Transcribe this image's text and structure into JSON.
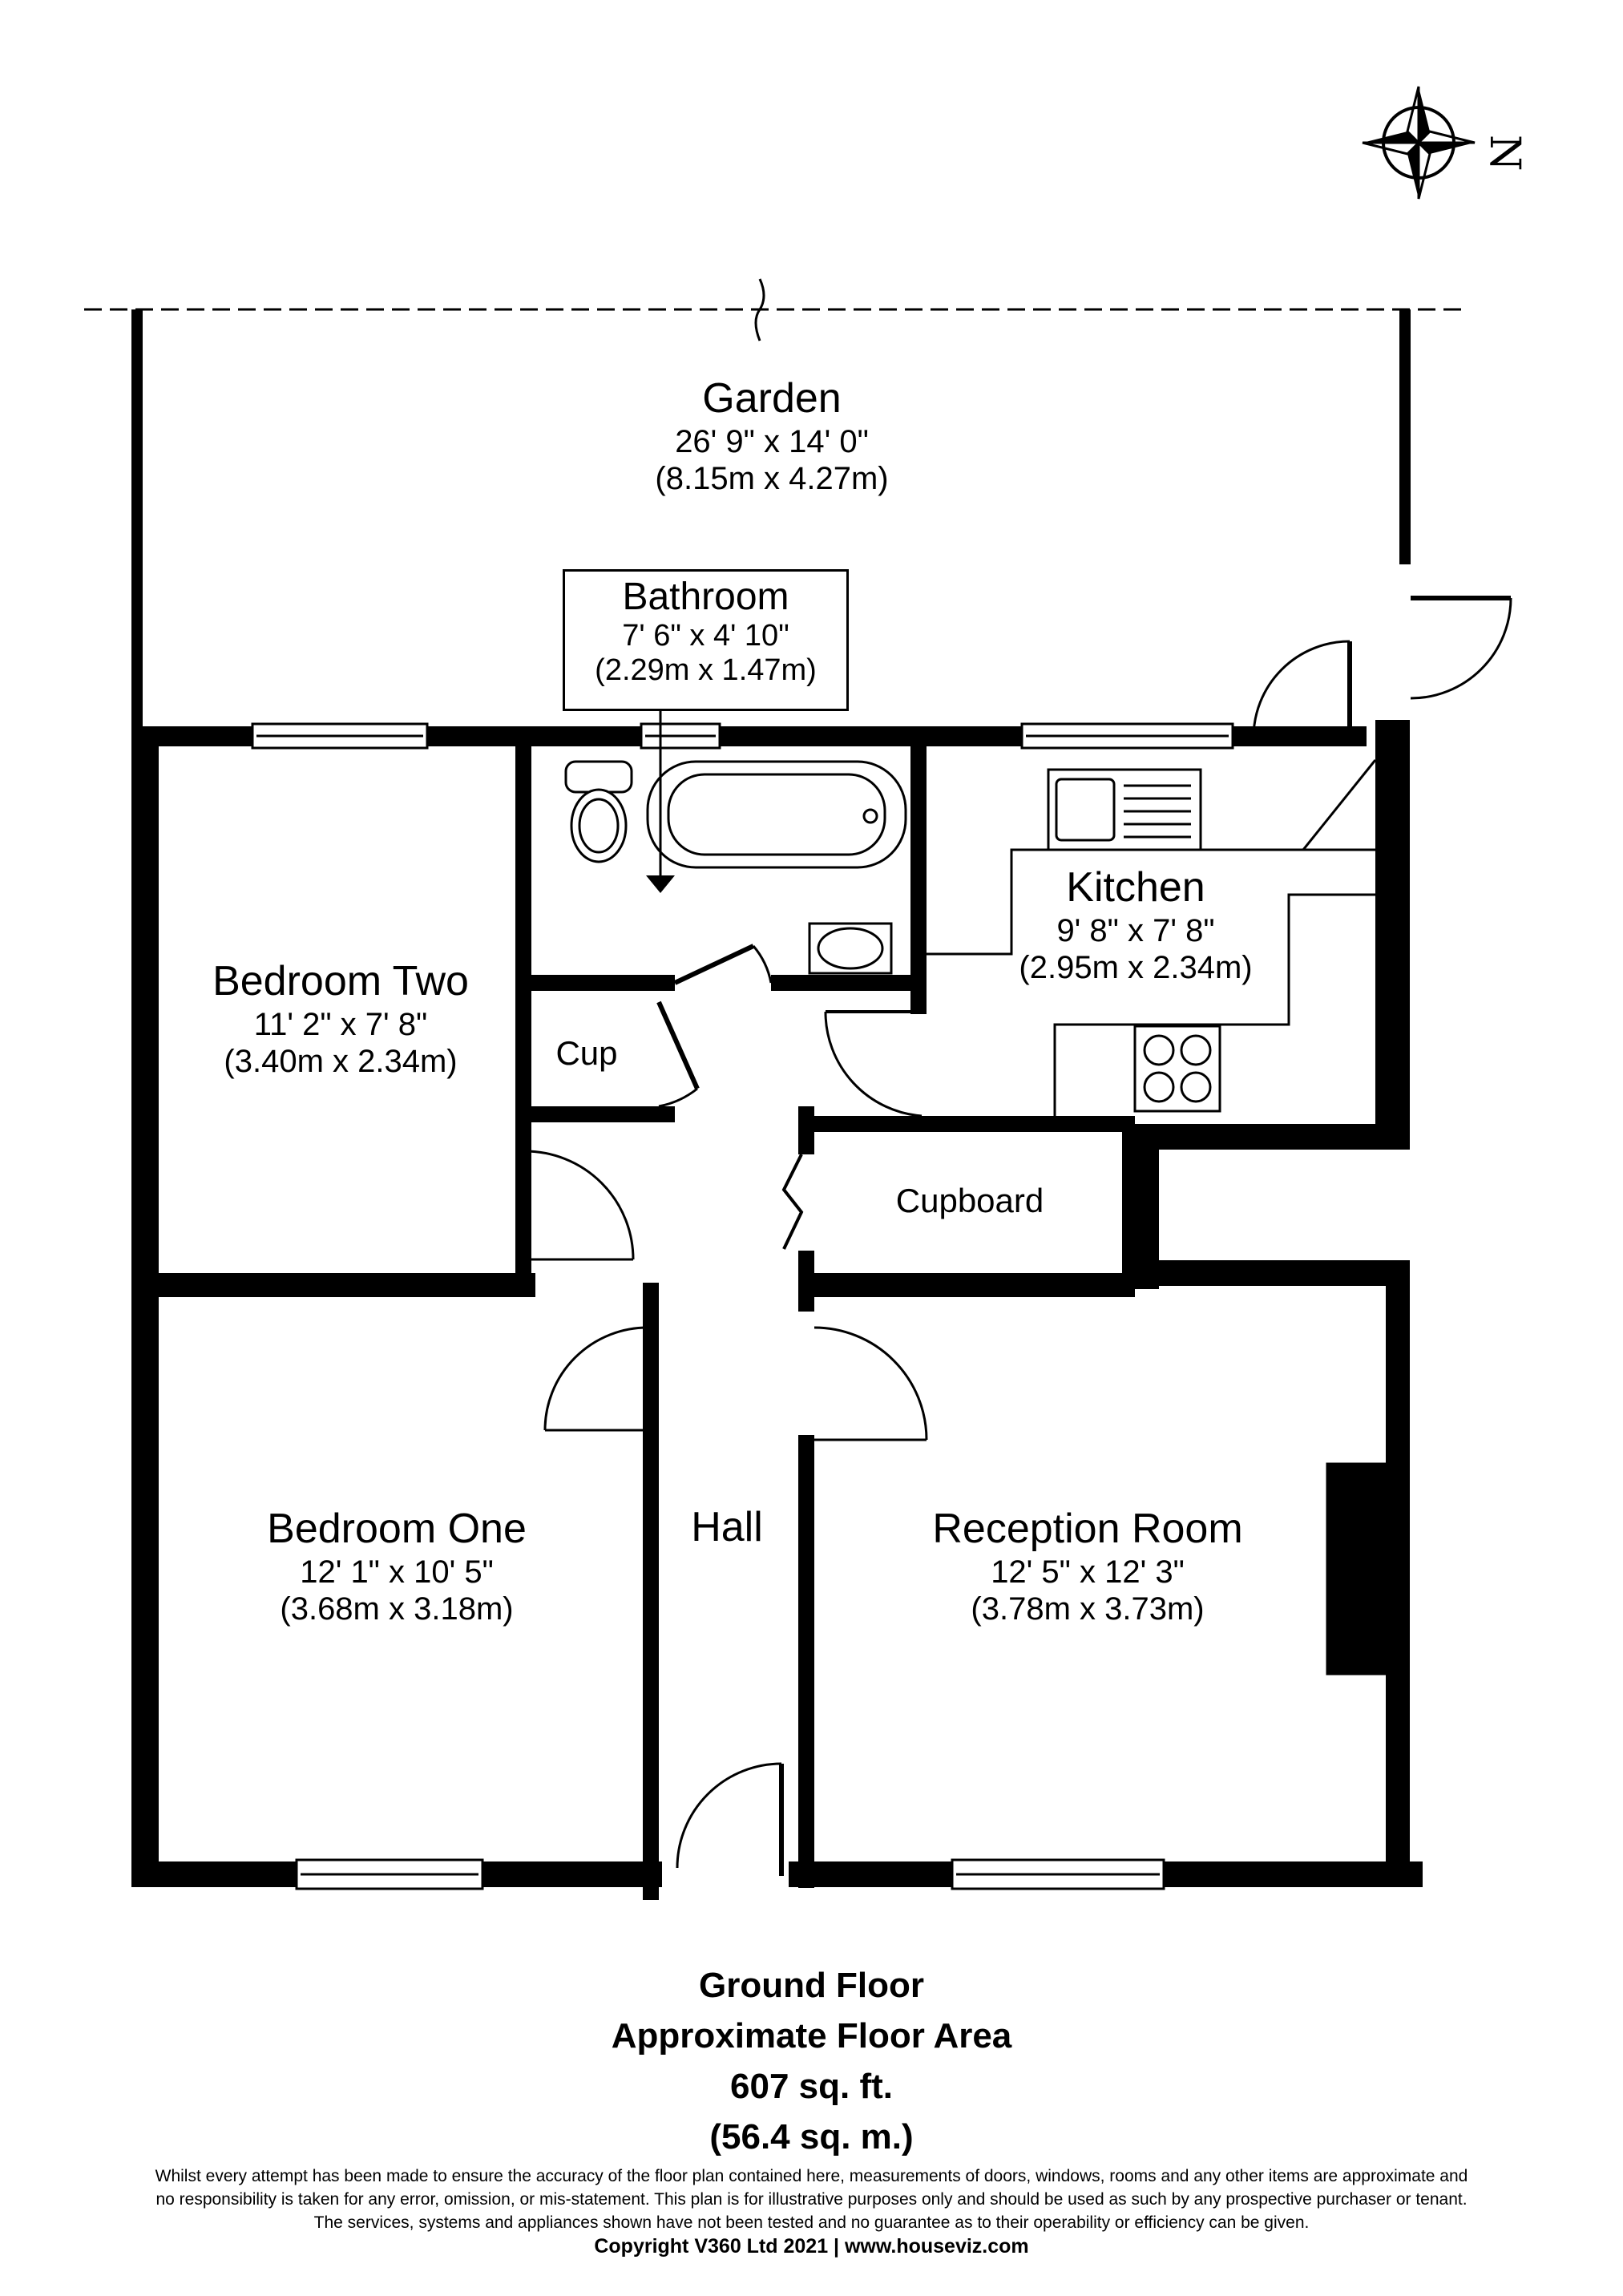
{
  "compass": {
    "label": "N",
    "icon": "compass-rose-icon"
  },
  "rooms": {
    "garden": {
      "name": "Garden",
      "dim_imperial": "26' 9\" x 14' 0\"",
      "dim_metric": "(8.15m x 4.27m)"
    },
    "bathroom": {
      "name": "Bathroom",
      "dim_imperial": "7' 6\" x 4' 10\"",
      "dim_metric": "(2.29m x 1.47m)"
    },
    "kitchen": {
      "name": "Kitchen",
      "dim_imperial": "9' 8\" x 7' 8\"",
      "dim_metric": "(2.95m x 2.34m)"
    },
    "bedroom_two": {
      "name": "Bedroom Two",
      "dim_imperial": "11' 2\" x 7' 8\"",
      "dim_metric": "(3.40m x 2.34m)"
    },
    "cup": {
      "name": "Cup"
    },
    "cupboard": {
      "name": "Cupboard"
    },
    "bedroom_one": {
      "name": "Bedroom One",
      "dim_imperial": "12' 1\" x 10' 5\"",
      "dim_metric": "(3.68m x 3.18m)"
    },
    "hall": {
      "name": "Hall"
    },
    "reception": {
      "name": "Reception Room",
      "dim_imperial": "12' 5\" x 12' 3\"",
      "dim_metric": "(3.78m x 3.73m)"
    }
  },
  "summary": {
    "floor": "Ground Floor",
    "area_title": "Approximate Floor Area",
    "area_sqft": "607 sq. ft.",
    "area_sqm": "(56.4 sq. m.)"
  },
  "disclaimer": {
    "line1": "Whilst every attempt has been made to ensure the accuracy of the floor plan contained here, measurements of doors, windows, rooms and any other items are approximate and",
    "line2": "no responsibility is taken for any error, omission, or mis-statement. This plan is for illustrative purposes only and should be used as such by any prospective purchaser or tenant.",
    "line3": "The services, systems and appliances shown have not been tested and no guarantee as to their operability or efficiency can be given."
  },
  "copyright": "Copyright V360 Ltd 2021 | www.houseviz.com",
  "colors": {
    "wall": "#000000",
    "background": "#ffffff"
  }
}
